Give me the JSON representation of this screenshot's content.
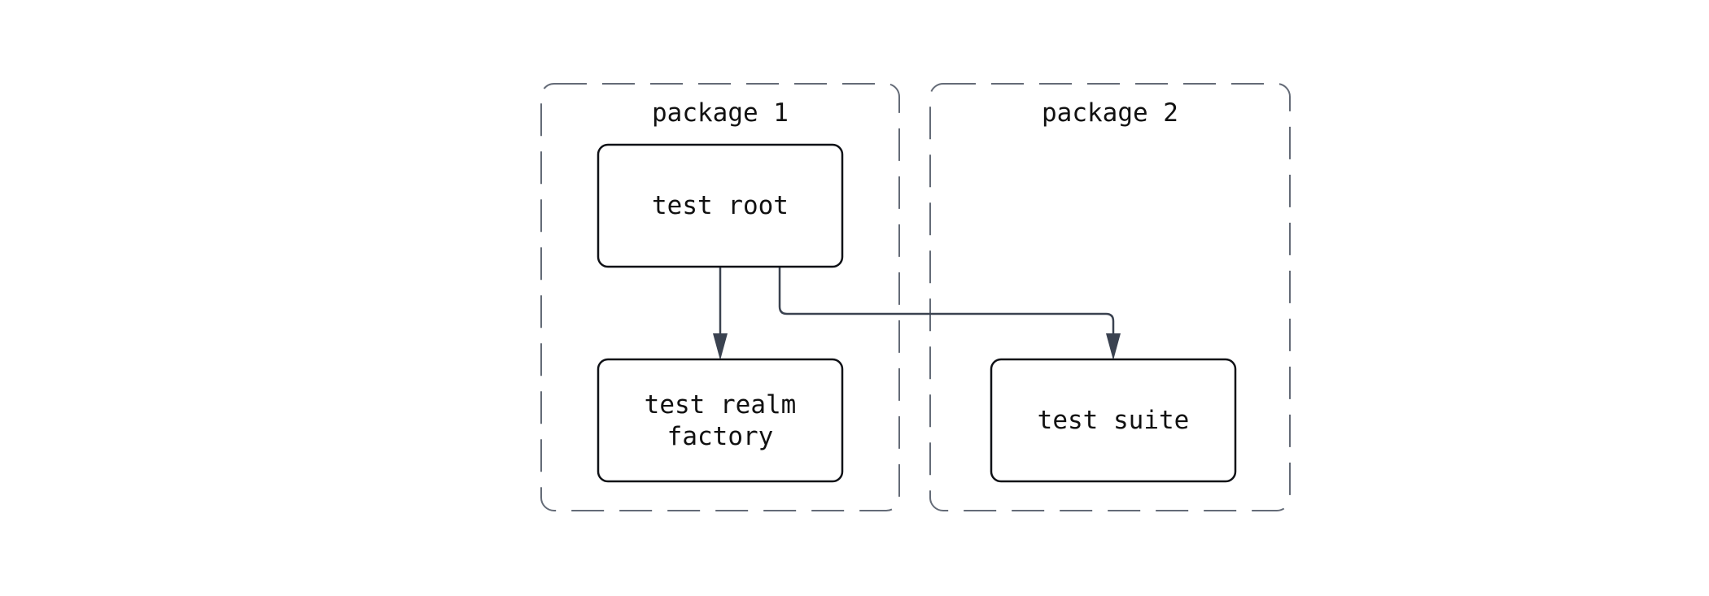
{
  "diagram": {
    "type": "flowchart",
    "background": "#ffffff",
    "containers": [
      {
        "id": "package-1",
        "label": "package 1"
      },
      {
        "id": "package-2",
        "label": "package 2"
      }
    ],
    "nodes": [
      {
        "id": "test-root",
        "label": "test root",
        "lines": [
          "test root"
        ],
        "container": "package 1"
      },
      {
        "id": "test-realm-factory",
        "label": "test realm factory",
        "lines": [
          "test realm",
          "factory"
        ],
        "container": "package 1"
      },
      {
        "id": "test-suite",
        "label": "test suite",
        "lines": [
          "test suite"
        ],
        "container": "package 2"
      }
    ],
    "edges": [
      {
        "from": "test root",
        "to": "test realm factory",
        "style": "arrow"
      },
      {
        "from": "test root",
        "to": "test suite",
        "style": "arrow"
      }
    ],
    "colors": {
      "container_border": "#646b77",
      "node_border": "#0f1116",
      "node_fill": "#ffffff",
      "edge": "#3a4250",
      "text": "#111111",
      "background": "#ffffff"
    }
  }
}
